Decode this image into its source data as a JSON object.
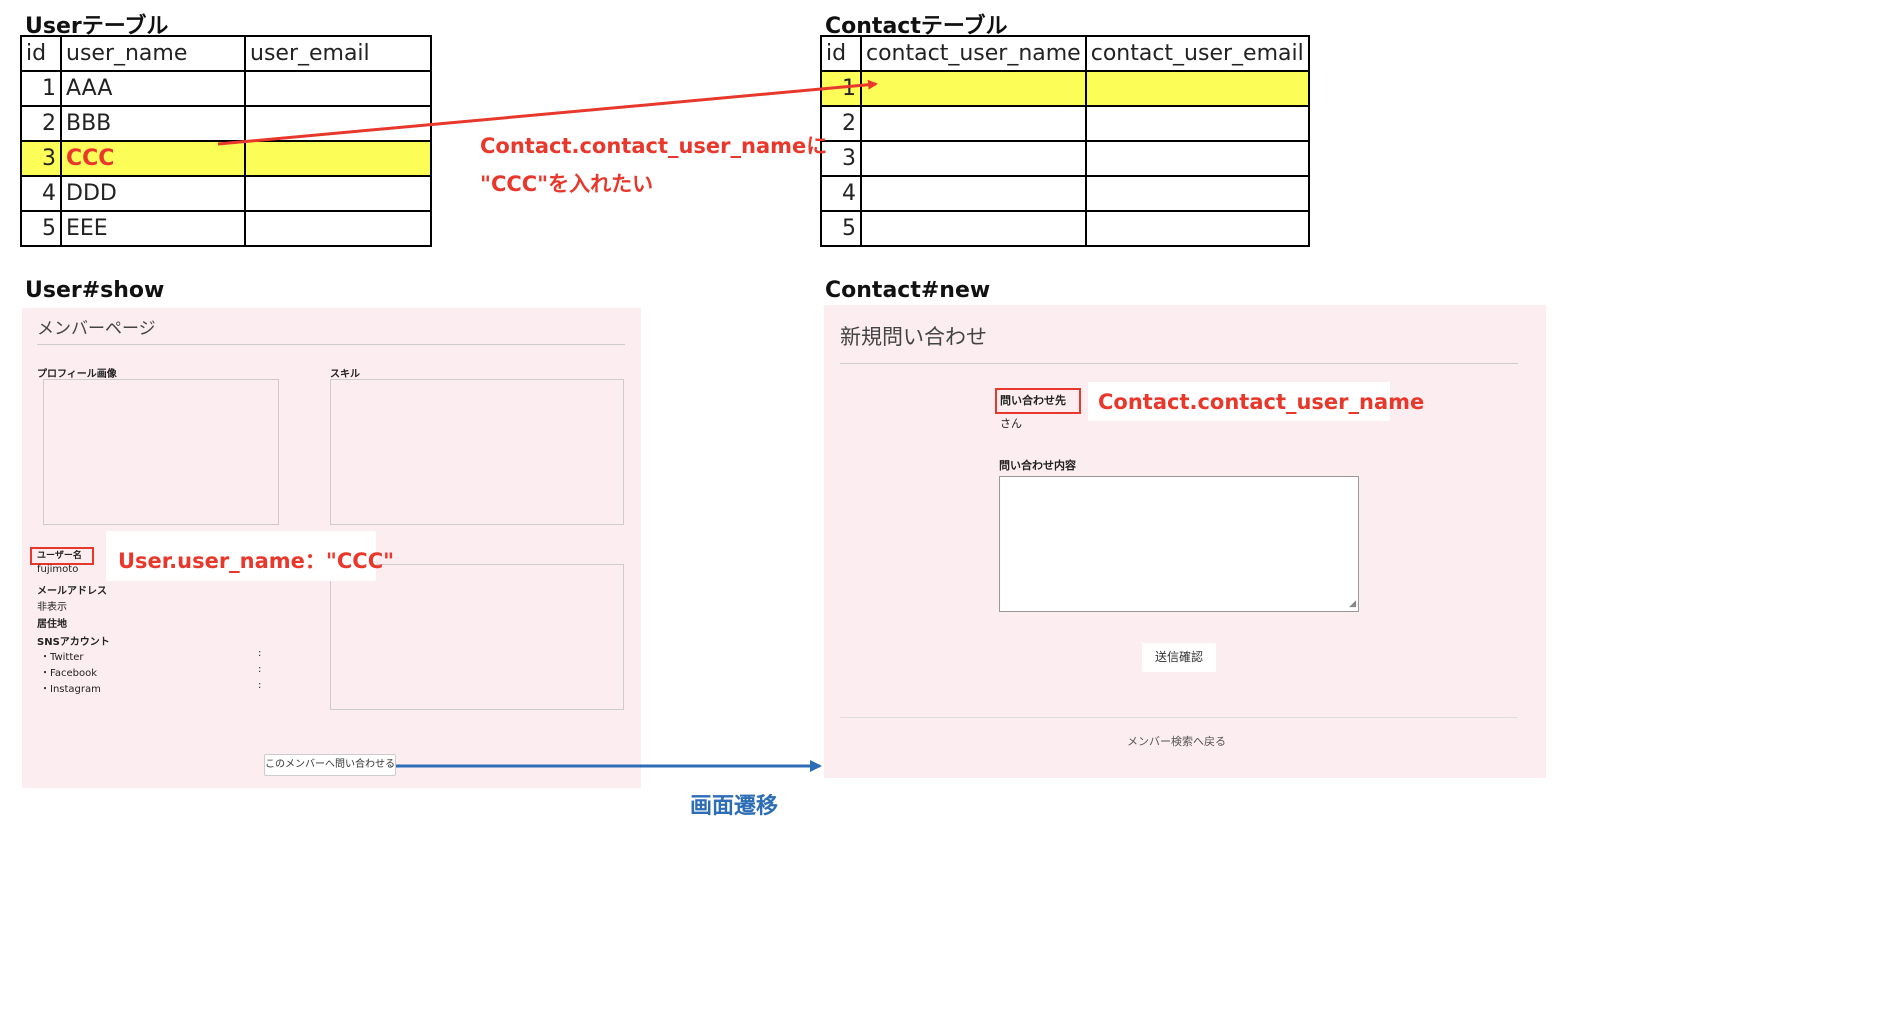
{
  "user_table": {
    "title": "Userテーブル",
    "headers": [
      "id",
      "user_name",
      "user_email"
    ],
    "rows": [
      {
        "id": "1",
        "name": "AAA",
        "email": ""
      },
      {
        "id": "2",
        "name": "BBB",
        "email": ""
      },
      {
        "id": "3",
        "name": "CCC",
        "email": ""
      },
      {
        "id": "4",
        "name": "DDD",
        "email": ""
      },
      {
        "id": "5",
        "name": "EEE",
        "email": ""
      }
    ]
  },
  "contact_table": {
    "title": "Contactテーブル",
    "headers": [
      "id",
      "contact_user_name",
      "contact_user_email"
    ],
    "rows": [
      {
        "id": "1",
        "name": "",
        "email": ""
      },
      {
        "id": "2",
        "name": "",
        "email": ""
      },
      {
        "id": "3",
        "name": "",
        "email": ""
      },
      {
        "id": "4",
        "name": "",
        "email": ""
      },
      {
        "id": "5",
        "name": "",
        "email": ""
      }
    ]
  },
  "annotation": {
    "line1": "Contact.contact_user_nameに",
    "line2": "\"CCC\"を入れたい"
  },
  "user_show": {
    "title": "User#show",
    "page_title": "メンバーページ",
    "profile_image_label": "プロフィール画像",
    "skill_label": "スキル",
    "username_label": "ユーザー名",
    "username_value": "fujimoto",
    "callout": "User.user_name：\"CCC\"",
    "email_label": "メールアドレス",
    "email_value": "非表示",
    "location_label": "居住地",
    "sns_label": "SNSアカウント",
    "sns_items": [
      "・Twitter",
      "・Facebook",
      "・Instagram"
    ],
    "sns_colon": ":",
    "contact_button": "このメンバーへ問い合わせる"
  },
  "transition_label": "画面遷移",
  "contact_new": {
    "title": "Contact#new",
    "page_title": "新規問い合わせ",
    "to_label": "問い合わせ先",
    "callout": "Contact.contact_user_name",
    "san": "さん",
    "content_label": "問い合わせ内容",
    "confirm_button": "送信確認",
    "back_link": "メンバー検索へ戻る"
  },
  "colors": {
    "highlight": "#fdfd58",
    "annotation_red": "#e8382c",
    "transition_blue": "#2d6db5",
    "panel_pink": "#fcedf1"
  }
}
